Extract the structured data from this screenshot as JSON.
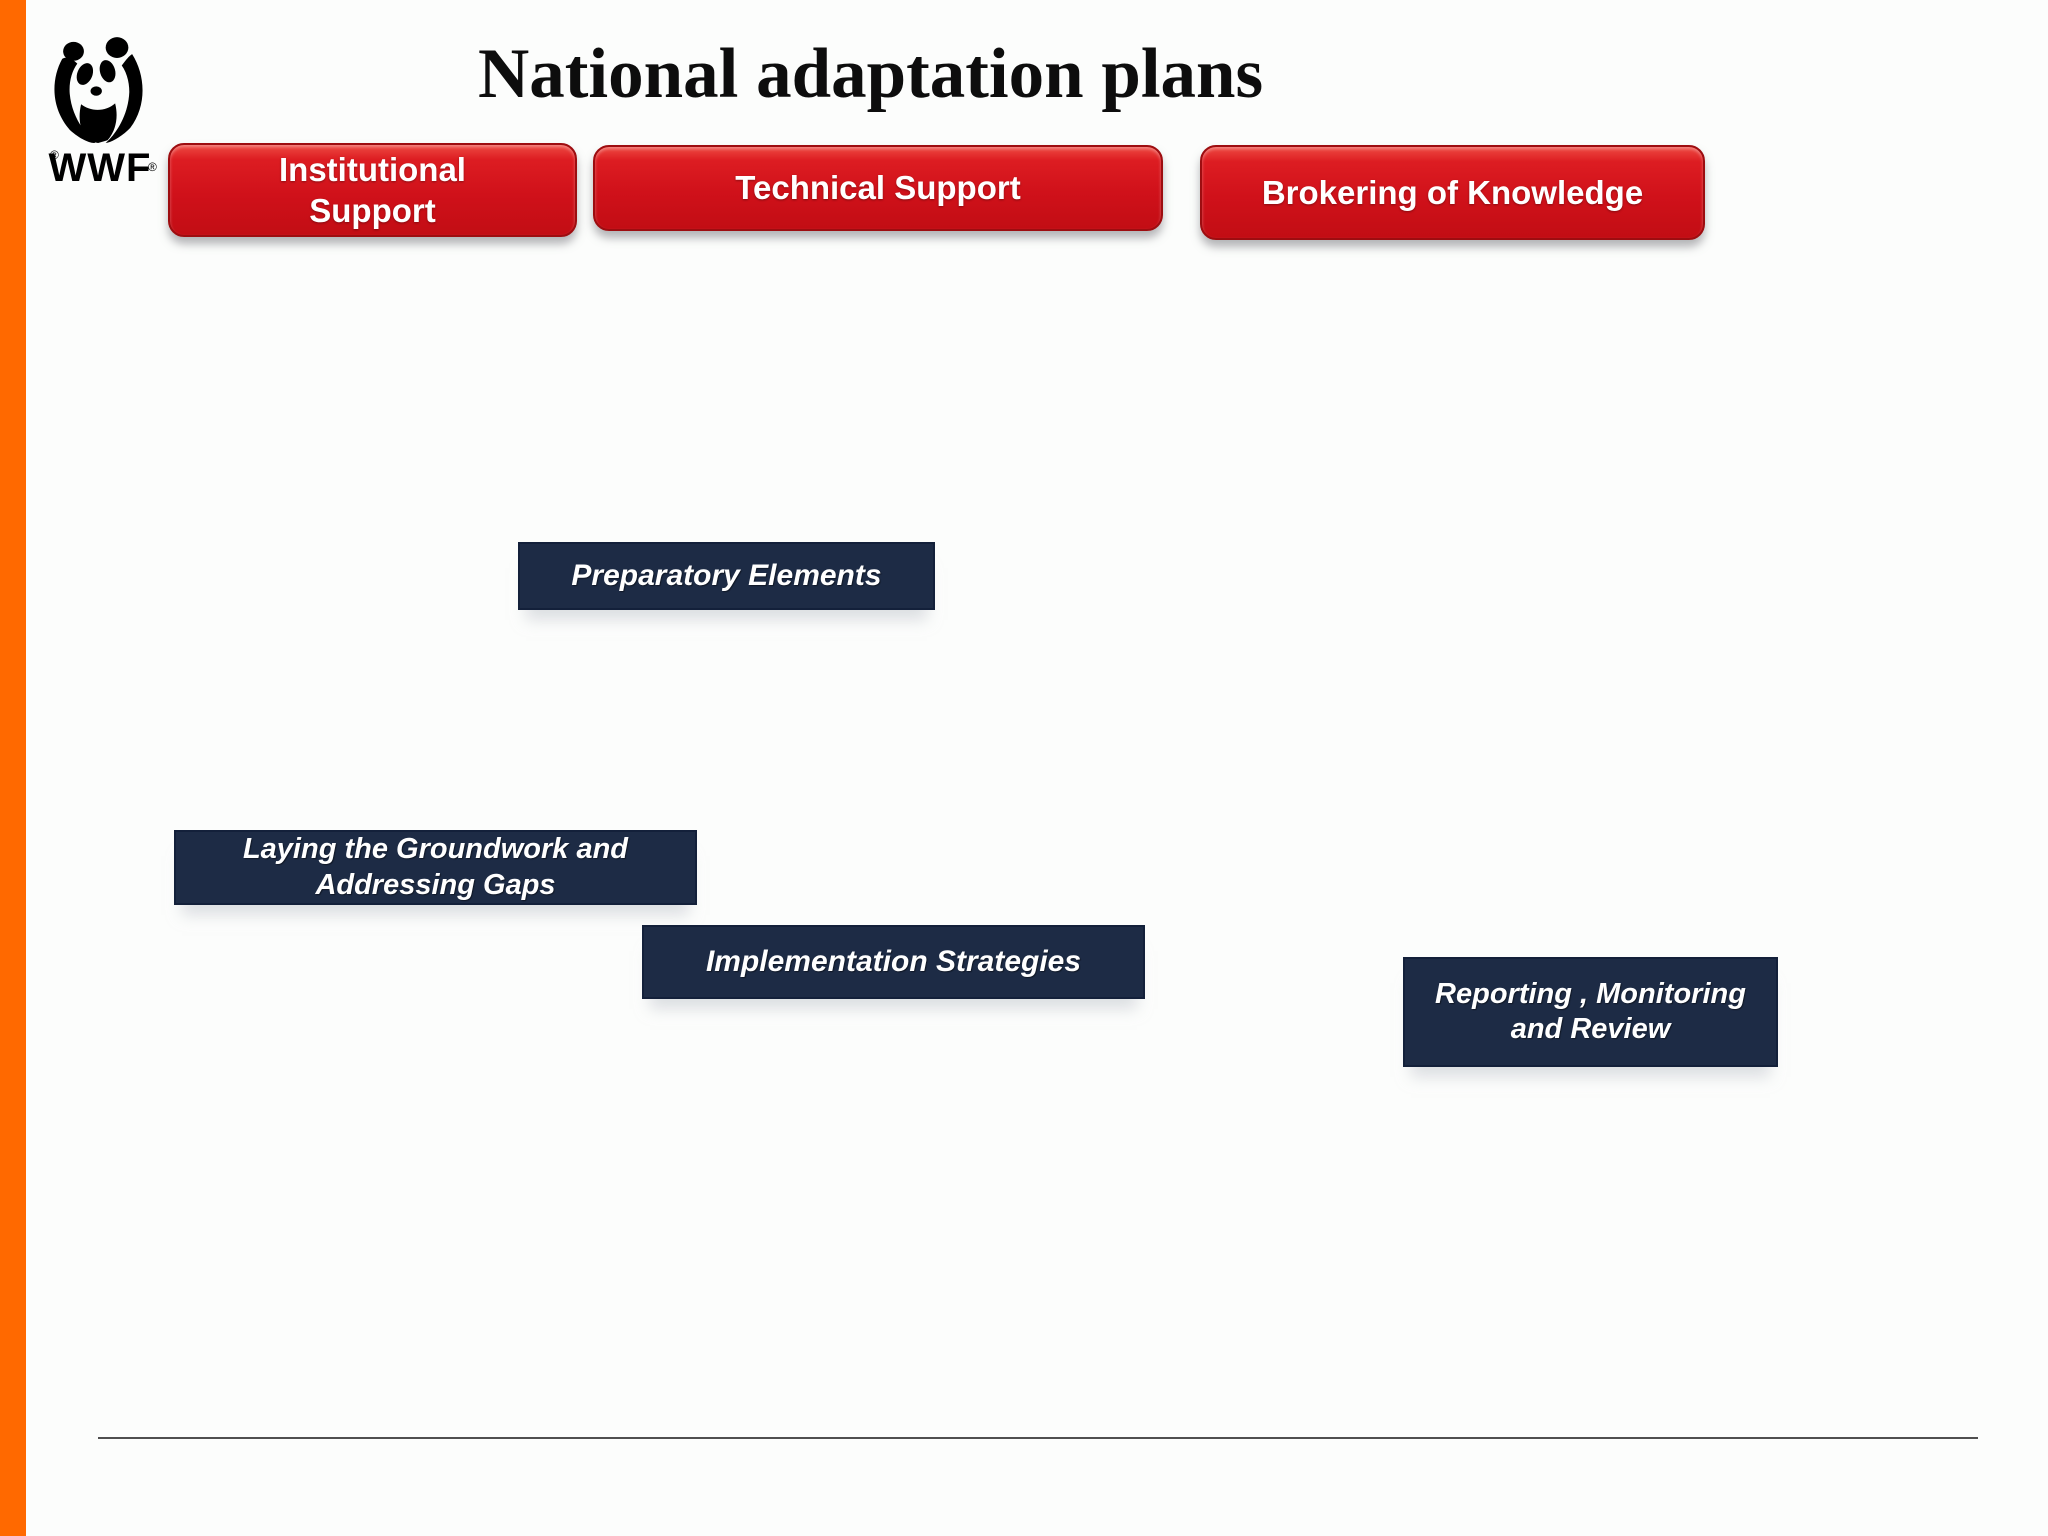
{
  "slide": {
    "title": "National adaptation plans",
    "logo": {
      "brand": "WWF",
      "registered": "®"
    },
    "support_buttons": [
      {
        "label": "Institutional Support"
      },
      {
        "label": "Technical Support"
      },
      {
        "label": "Brokering of Knowledge"
      }
    ],
    "process_boxes": [
      {
        "label": "Preparatory Elements"
      },
      {
        "label": "Laying the Groundwork and Addressing Gaps"
      },
      {
        "label": "Implementation Strategies"
      },
      {
        "label": "Reporting , Monitoring and Review"
      }
    ],
    "colors": {
      "accent_red": "#d0111a",
      "navy_box": "#1d2b45",
      "orange_bar": "#ff6900",
      "title_text": "#0d0d0d",
      "divider": "#4f4f4f"
    }
  }
}
